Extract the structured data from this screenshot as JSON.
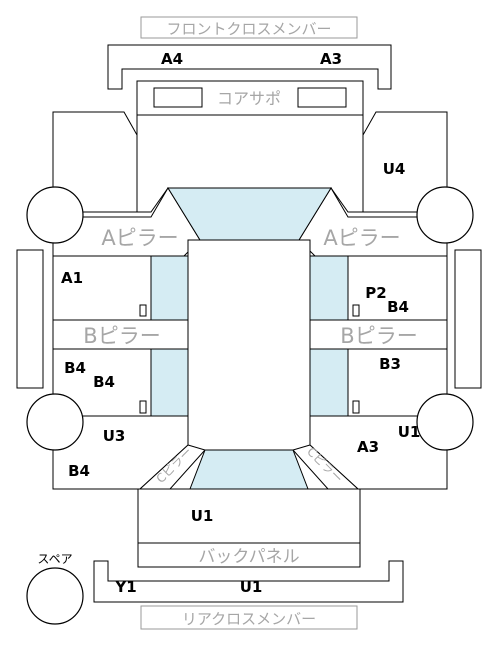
{
  "labels": {
    "front_cross_member": "フロントクロスメンバー",
    "core_support": "コアサポ",
    "a_pillar_left": "Aピラー",
    "a_pillar_right": "Aピラー",
    "b_pillar_left": "Bピラー",
    "b_pillar_right": "Bピラー",
    "c_pillar_left": "Cピラー",
    "c_pillar_right": "Cピラー",
    "back_panel": "バックパネル",
    "rear_cross_member": "リアクロスメンバー",
    "spare": "スペア"
  },
  "codes": {
    "front_left": "A4",
    "front_right": "A3",
    "right_front_fender": "U4",
    "left_front_door": "A1",
    "right_front_door_1": "P2",
    "right_front_door_2": "B4",
    "left_rear_door_1": "B4",
    "left_rear_door_2": "B4",
    "right_rear_door": "B3",
    "left_rear_fender_1": "U3",
    "left_rear_fender_2": "B4",
    "right_rear_wheel": "U1",
    "right_rear_fender": "A3",
    "trunk": "U1",
    "rear_left": "Y1",
    "rear_center": "U1"
  },
  "colors": {
    "glass": "#d5ecf3",
    "label_gray": "#a6a6a6",
    "line": "#000000"
  }
}
